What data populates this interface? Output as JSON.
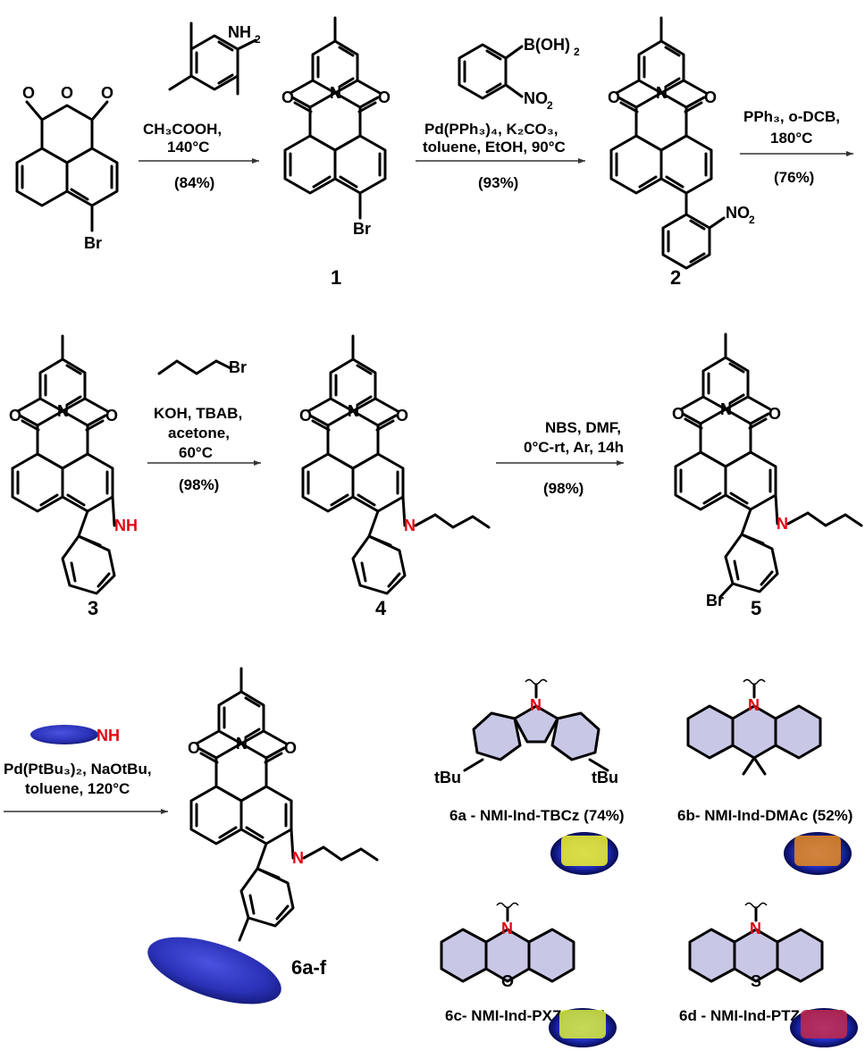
{
  "compounds": {
    "c1": "1",
    "c2": "2",
    "c3": "3",
    "c4": "4",
    "c5": "5",
    "c6": "6a-f"
  },
  "atoms": {
    "O": "O",
    "N": "N",
    "NH": "NH",
    "Br": "Br",
    "S": "S",
    "NH2": "NH",
    "NO2": "NO",
    "BOH2": "B(OH)",
    "sub2": "2",
    "tBu": "tBu"
  },
  "steps": {
    "s1": {
      "reagent1": "CH₃COOH,",
      "reagent2": "140°C",
      "yield": "(84%)"
    },
    "s2": {
      "reagent1": "Pd(PPh₃)₄, K₂CO₃,",
      "reagent2": "toluene, EtOH, 90°C",
      "yield": "(93%)"
    },
    "s3": {
      "reagent1": "PPh₃, o-DCB,",
      "reagent2": "180°C",
      "yield": "(76%)"
    },
    "s4": {
      "reagent1": "KOH, TBAB,",
      "reagent2": "acetone,",
      "reagent3": "60°C",
      "yield": "(98%)"
    },
    "s5": {
      "reagent1": "NBS, DMF,",
      "reagent2": "0°C-rt, Ar, 14h",
      "yield": "(98%)"
    },
    "s6": {
      "reagent1": "Pd(PtBu₃)₂, NaOtBu,",
      "reagent2": "toluene, 120°C"
    }
  },
  "donors": [
    {
      "label": "6a - NMI-Ind-TBCz (74%)",
      "vial_color": "#f2f52a"
    },
    {
      "label": "6b- NMI-Ind-DMAc (52%)",
      "vial_color": "#e88a1c"
    },
    {
      "label": "6c- NMI-Ind-PXZ (81%)",
      "vial_color": "#d9ef3a"
    },
    {
      "label": "6d - NMI-Ind-PTZ (66%)",
      "vial_color": "#c4284a"
    }
  ],
  "colors": {
    "heteroatom": "#e30613",
    "donor_blob": "#2b32b8",
    "ring_fill": "#c9c7e6",
    "uv_glow": "#1f2dbd"
  }
}
